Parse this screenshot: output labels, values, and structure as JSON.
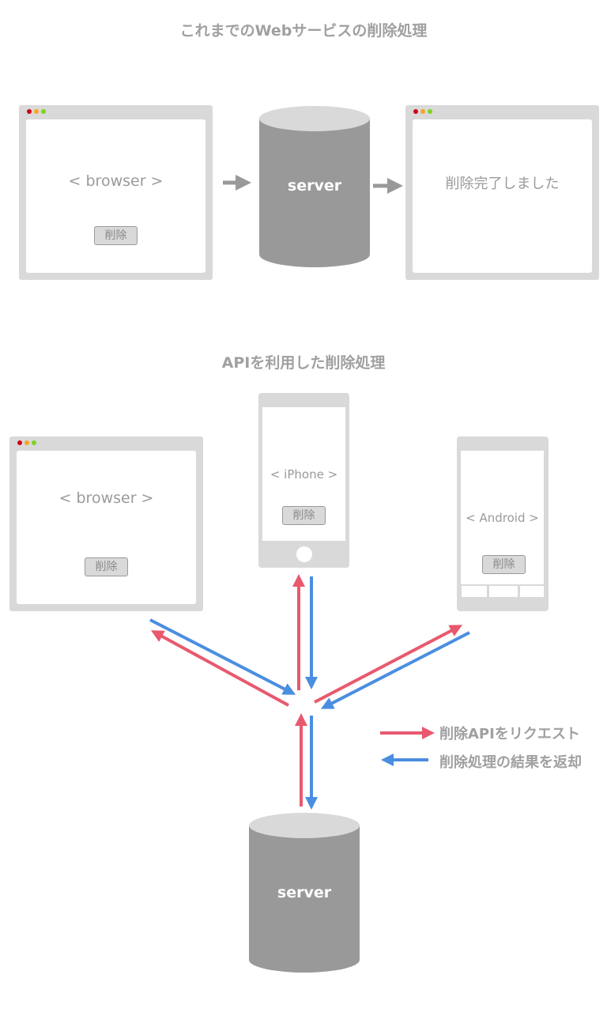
{
  "section1": {
    "title": "これまでのWebサービスの削除処理",
    "browser_label": "< browser >",
    "delete_button": "削除",
    "server_label": "server",
    "result_label": "削除完了しました"
  },
  "section2": {
    "title": "APIを利用した削除処理",
    "browser_label": "< browser >",
    "iphone_label": "< iPhone >",
    "android_label": "< Android >",
    "delete_button": "削除",
    "server_label": "server"
  },
  "legend": {
    "request": "削除APIをリクエスト",
    "response": "削除処理の結果を返却"
  },
  "colors": {
    "request": "#e8596e",
    "response": "#4a8ee0",
    "server": "#999999",
    "server_top": "#d9d9d9",
    "device": "#d9d9d9",
    "dot_red": "#d0021b",
    "dot_orange": "#f5a623",
    "dot_green": "#7ed321"
  }
}
